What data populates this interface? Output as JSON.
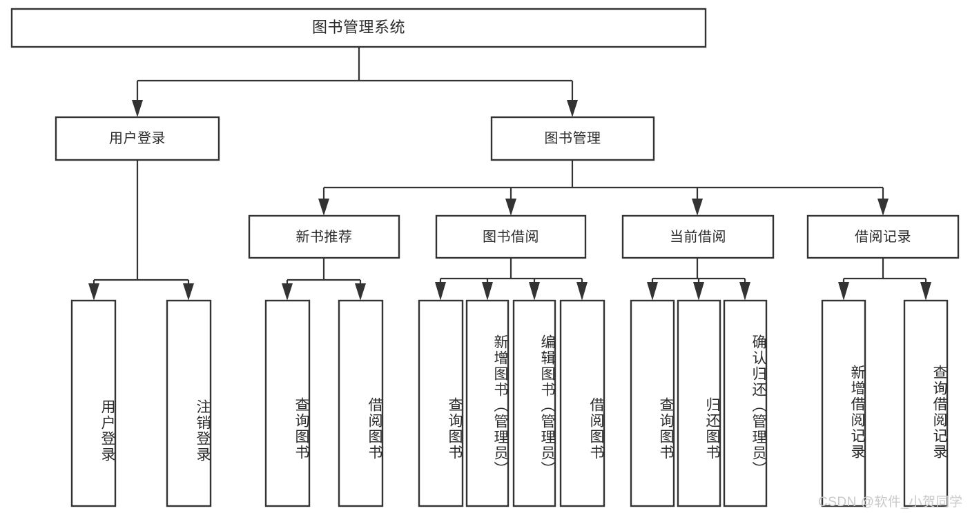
{
  "diagram": {
    "type": "tree-hierarchy",
    "title": "图书管理系统",
    "watermark": "CSDN @软件_小贺同学",
    "colors": {
      "box_stroke": "#333333",
      "box_fill": "#ffffff",
      "text": "#2b2b2b",
      "connector": "#333333",
      "watermark": "#c9c9c9",
      "background": "#ffffff"
    },
    "levels": {
      "root_label": "图书管理系统",
      "level2": [
        "用户登录",
        "图书管理"
      ],
      "level3": [
        "新书推荐",
        "图书借阅",
        "当前借阅",
        "借阅记录"
      ]
    },
    "nodes": {
      "root": {
        "label": "图书管理系统",
        "orientation": "horizontal"
      },
      "user_login": {
        "label": "用户登录",
        "orientation": "horizontal"
      },
      "book_manage": {
        "label": "图书管理",
        "orientation": "horizontal"
      },
      "new_book_rec": {
        "label": "新书推荐",
        "orientation": "horizontal"
      },
      "book_borrow": {
        "label": "图书借阅",
        "orientation": "horizontal"
      },
      "current_borrow": {
        "label": "当前借阅",
        "orientation": "horizontal"
      },
      "borrow_record": {
        "label": "借阅记录",
        "orientation": "horizontal"
      },
      "leaf_user_login": {
        "label": "用户登录",
        "orientation": "vertical"
      },
      "leaf_logout": {
        "label": "注销登录",
        "orientation": "vertical"
      },
      "leaf_query_book_1": {
        "label": "查询图书",
        "orientation": "vertical"
      },
      "leaf_borrow_book_1": {
        "label": "借阅图书",
        "orientation": "vertical"
      },
      "leaf_query_book_2": {
        "label": "查询图书",
        "orientation": "vertical"
      },
      "leaf_add_book": {
        "label": "新增图书（管理员）",
        "orientation": "vertical"
      },
      "leaf_edit_book": {
        "label": "编辑图书（管理员）",
        "orientation": "vertical"
      },
      "leaf_borrow_book_2": {
        "label": "借阅图书",
        "orientation": "vertical"
      },
      "leaf_query_book_3": {
        "label": "查询图书",
        "orientation": "vertical"
      },
      "leaf_return_book": {
        "label": "归还图书",
        "orientation": "vertical"
      },
      "leaf_confirm_return": {
        "label": "确认归还（管理员）",
        "orientation": "vertical"
      },
      "leaf_add_record": {
        "label": "新增借阅记录",
        "orientation": "vertical"
      },
      "leaf_query_record": {
        "label": "查询借阅记录",
        "orientation": "vertical"
      }
    }
  }
}
